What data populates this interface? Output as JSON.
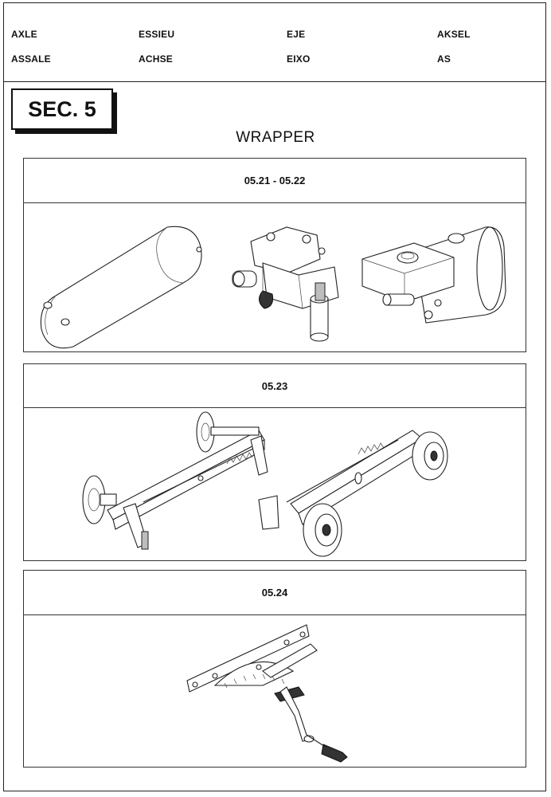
{
  "header": {
    "row1": [
      "AXLE",
      "ESSIEU",
      "EJE",
      "AKSEL"
    ],
    "row2": [
      "ASSALE",
      "ACHSE",
      "EIXO",
      "AS"
    ]
  },
  "section_label": "SEC. 5",
  "page_title": "WRAPPER",
  "panels": [
    {
      "code": "05.21 - 05.22",
      "components": [
        "air-tank",
        "brake-valve",
        "master-cylinder"
      ]
    },
    {
      "code": "05.23",
      "components": [
        "axle-left",
        "axle-right"
      ]
    },
    {
      "code": "05.24",
      "components": [
        "hand-brake-lever"
      ]
    }
  ]
}
